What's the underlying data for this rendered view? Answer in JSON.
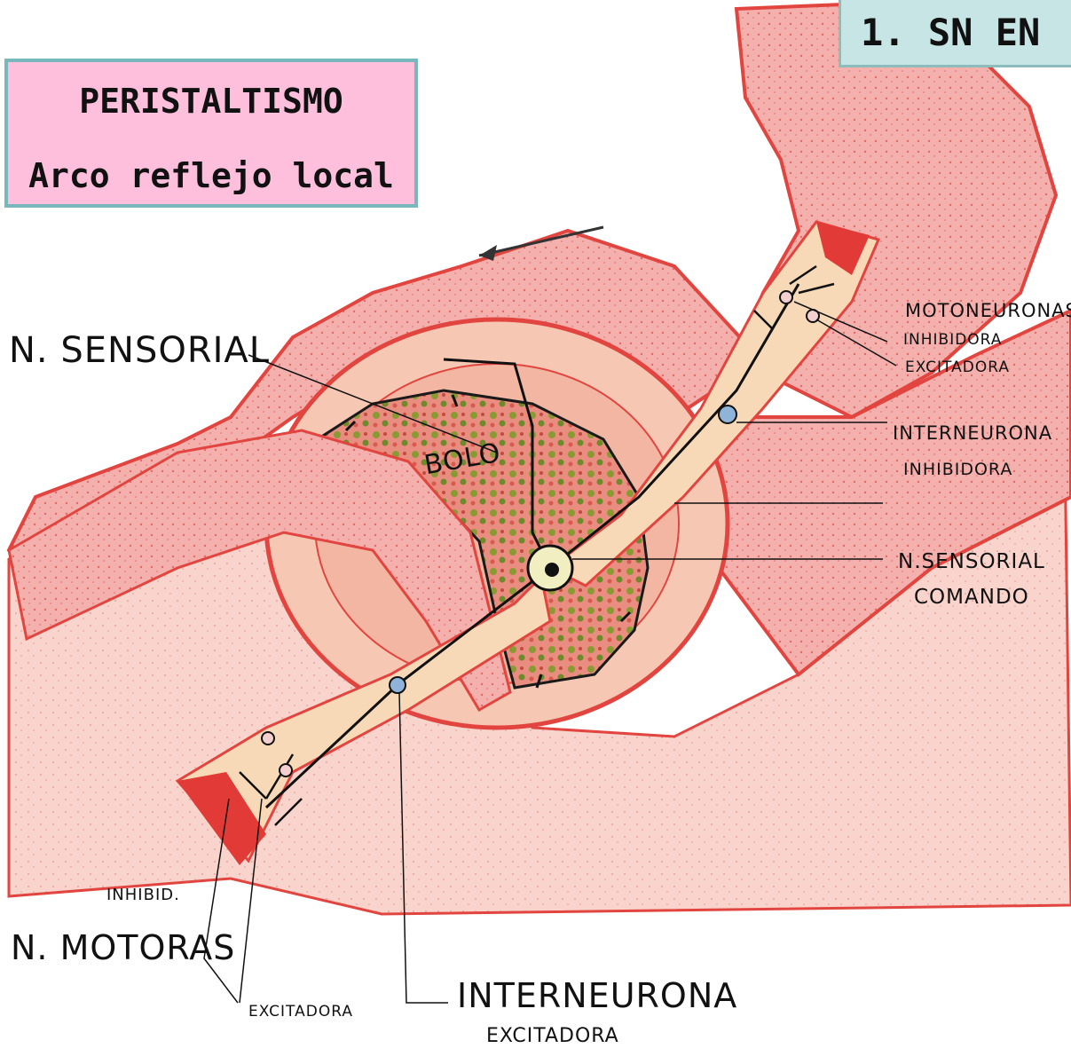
{
  "title_box": {
    "line1": "PERISTALTISMO",
    "line2": "Arco reflejo local"
  },
  "section_title": "1. SN EN",
  "labels": {
    "n_sensorial": "N. SENSORIAL",
    "bolo": "BOLO",
    "motoneuronas": "MOTONEURONAS",
    "motoneuronas_inhibidora": "INHIBIDORA",
    "motoneuronas_excitadora": "EXCITADORA",
    "interneurona_top": "INTERNEURONA",
    "interneurona_top_sub": "INHIBIDORA",
    "sensorial_comando_1": "N.SENSORIAL",
    "sensorial_comando_2": "COMANDO",
    "inhibid": "INHIBID.",
    "n_motoras": "N. MOTORAS",
    "excitadora_bottom": "EXCITADORA",
    "interneurona_bottom": "INTERNEURONA",
    "interneurona_bottom_sub": "EXCITADORA"
  },
  "colors": {
    "title_box_fill": "#fdbfdc",
    "title_box_border": "#78b7bb",
    "section_fill": "#c6e5e4",
    "gut_wall": "#f0a3a0",
    "gut_edge": "#e2453f",
    "bolus_green": "#7a8b2e",
    "nerve_tissue": "#f7d9b8"
  }
}
